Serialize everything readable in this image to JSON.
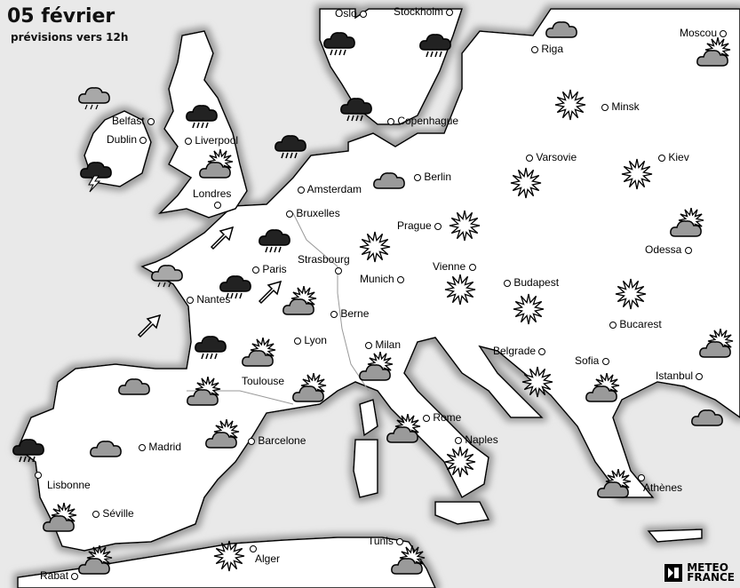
{
  "header": {
    "date": "05 février",
    "subtitle": "prévisions vers 12h"
  },
  "logo": {
    "line1": "METEO",
    "line2": "FRANCE"
  },
  "cities": {
    "oslo": "Oslo",
    "stockholm": "Stockholm",
    "riga": "Riga",
    "moscou": "Moscou",
    "belfast": "Belfast",
    "dublin": "Dublin",
    "liverpool": "Liverpool",
    "copenhague": "Copenhague",
    "minsk": "Minsk",
    "varsovie": "Varsovie",
    "kiev": "Kiev",
    "berlin": "Berlin",
    "amsterdam": "Amsterdam",
    "londres": "Londres",
    "bruxelles": "Bruxelles",
    "prague": "Prague",
    "odessa": "Odessa",
    "paris": "Paris",
    "strasbourg": "Strasbourg",
    "vienne": "Vienne",
    "munich": "Munich",
    "budapest": "Budapest",
    "nantes": "Nantes",
    "berne": "Berne",
    "bucarest": "Bucarest",
    "lyon": "Lyon",
    "milan": "Milan",
    "belgrade": "Belgrade",
    "sofia": "Sofia",
    "toulouse": "Toulouse",
    "istanbul": "Istanbul",
    "rome": "Rome",
    "naples": "Naples",
    "barcelone": "Barcelone",
    "madrid": "Madrid",
    "lisbonne": "Lisbonne",
    "athenes": "Athènes",
    "seville": "Séville",
    "alger": "Alger",
    "tunis": "Tunis",
    "rabat": "Rabat"
  },
  "legend_icons": [
    "rain-cloud-icon",
    "cloud-icon",
    "sun-icon",
    "sun-cloud-icon",
    "storm-icon",
    "wind-arrow-icon"
  ]
}
